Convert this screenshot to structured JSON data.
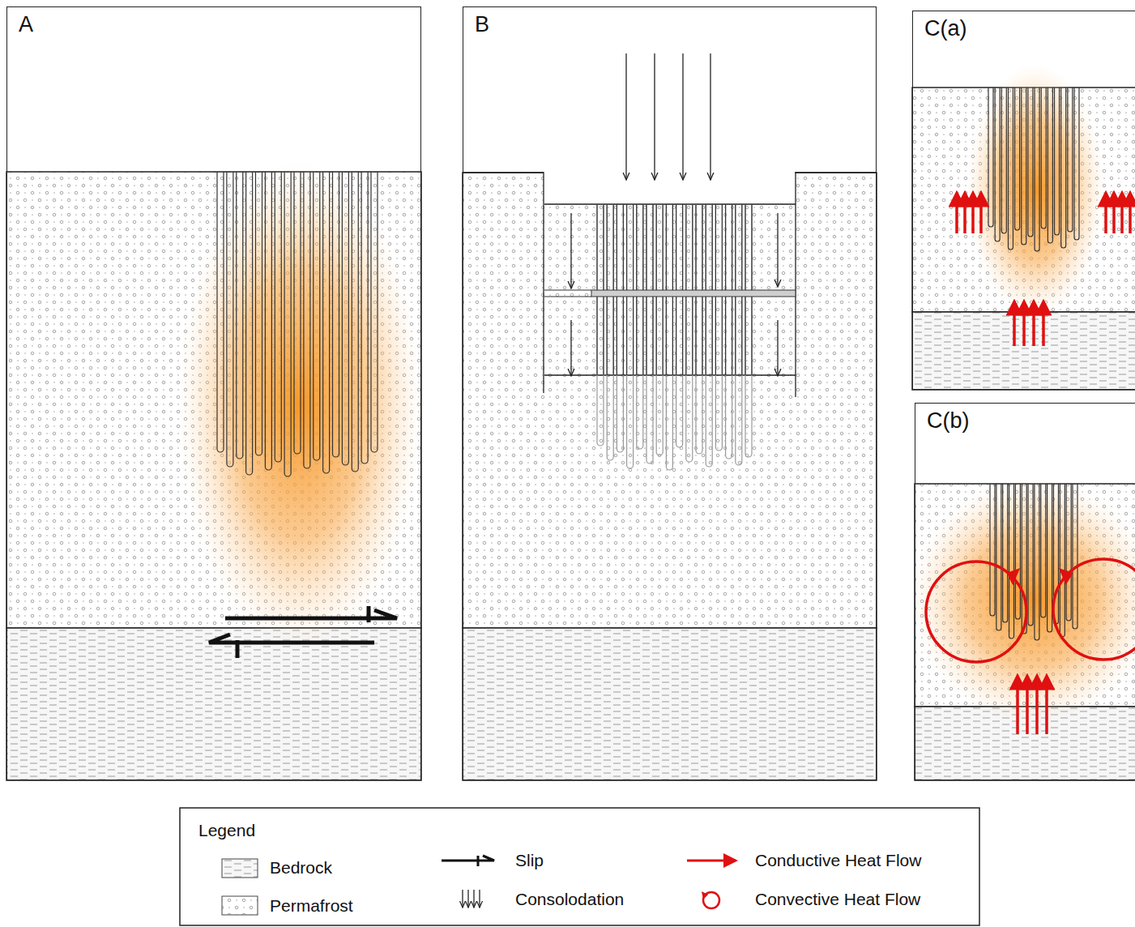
{
  "diagram": {
    "nodes": [
      {
        "text": [
          "A"
        ]
      },
      {
        "text": [
          "B"
        ]
      },
      {
        "text": [
          "C(a)"
        ]
      },
      {
        "text": [
          "C(b)"
        ]
      }
    ],
    "labels": [
      "Legend"
    ],
    "legend": [
      {
        "text": "Bedrock"
      },
      {
        "text": "Permafrost"
      },
      {
        "text": "Slip"
      },
      {
        "text": "Consolodation"
      },
      {
        "text": "Conductive Heat Flow"
      },
      {
        "text": "Convective Heat Flow"
      }
    ]
  }
}
